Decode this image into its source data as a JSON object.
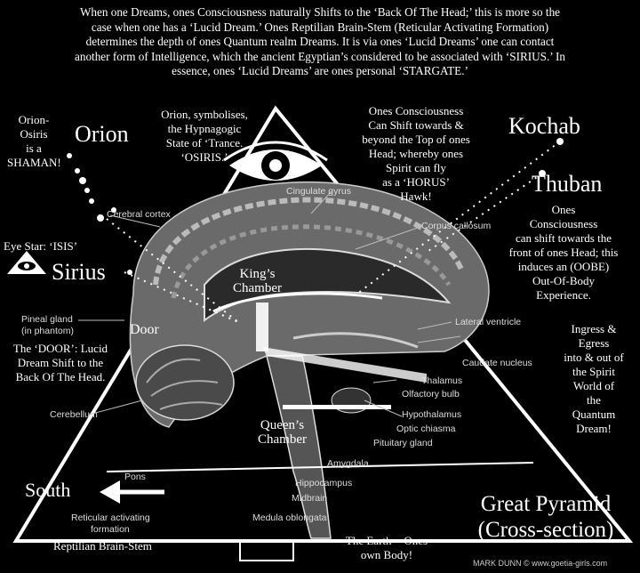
{
  "intro": {
    "lines": [
      "When one Dreams, ones Consciousness naturally Shifts to the ‘Back Of The Head;’ this is more so the",
      "case when one has a ‘Lucid Dream.’ Ones Reptilian Brain-Stem (Reticular Activating Formation)",
      "determines the depth of ones Quantum realm Dreams. It is via ones ‘Lucid Dreams’ one can contact",
      "another form of Intelligence, which the ancient Egyptian’s considered to be associated with ‘SIRIUS.’ In",
      "essence, ones ‘Lucid Dreams’ are ones personal ‘STARGATE.’"
    ]
  },
  "stars": {
    "orion": "Orion",
    "sirius": "Sirius",
    "kochab": "Kochab",
    "thuban": "Thuban",
    "eye_star": "Eye Star: ‘ISIS’"
  },
  "notes": {
    "orion_osiris": [
      "Orion-",
      "Osiris",
      "is a",
      "SHAMAN!"
    ],
    "orion_symbol": [
      "Orion, symbolises,",
      "the Hypnagogic",
      "State of ‘Trance.",
      "‘OSIRIS.’"
    ],
    "top_shift": [
      "Ones Consciousness",
      "Can Shift towards &",
      "beyond the Top of ones",
      "Head; whereby ones",
      "Spirit can fly",
      "as a  ‘HORUS’",
      "Hawk!"
    ],
    "front_shift": [
      "Ones",
      "Consciousness",
      "can shift towards the",
      "front of ones Head; this",
      "induces an (OOBE)",
      "Out-Of-Body",
      "Experience."
    ],
    "door_note": [
      "The ‘DOOR’: Lucid",
      "Dream Shift to the",
      "Back Of The Head."
    ],
    "ingress": [
      "Ingress &",
      "Egress",
      "into & out of",
      "the Spirit",
      "World of",
      "the",
      "Quantum",
      "Dream!"
    ],
    "earth": [
      "The Earth = Ones",
      "own Body!"
    ]
  },
  "brain_labels": {
    "cingulate_gyrus": "Cingulate gyrus",
    "cerebral_cortex": "Cerebral cortex",
    "corpus_callosum": "Corpus callosum",
    "pineal_gland": "Pineal gland",
    "in_phantom": "(in phantom)",
    "lateral_ventricle": "Lateral ventricle",
    "caudate_nucleus": "Caudate nucleus",
    "thalamus": "Thalamus",
    "olfactory_bulb": "Olfactory bulb",
    "hypothalamus": "Hypothalamus",
    "optic_chiasma": "Optic chiasma",
    "pituitary_gland": "Pituitary gland",
    "cerebellum": "Cerebellum",
    "amygdala": "Amygdala",
    "hippocampus": "Hippocampus",
    "pons": "Pons",
    "midbrain": "Midbrain",
    "medula": "Medula oblongata",
    "reticular": "Reticular activating",
    "formation": "formation"
  },
  "chambers": {
    "door": "Door",
    "kings_1": "King’s",
    "kings_2": "Chamber",
    "queens_1": "Queen’s",
    "queens_2": "Chamber"
  },
  "south": "South",
  "reptilian": "Reptilian Brain-Stem",
  "title": [
    "Great Pyramid",
    "(Cross-section)"
  ],
  "credit": "MARK DUNN © www.goetia-girls.com"
}
